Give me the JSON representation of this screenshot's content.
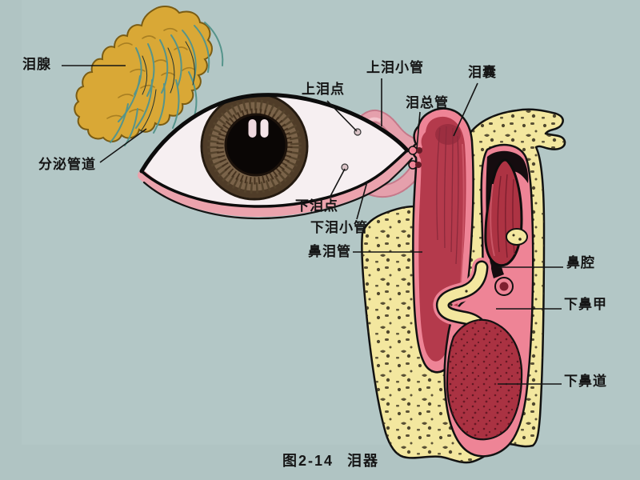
{
  "figure": {
    "type": "anatomical-diagram",
    "subject": "lacrimal apparatus sagittal illustration",
    "caption": {
      "number": "图2-14",
      "title": "泪器"
    },
    "labels": {
      "lacrimal_gland": "泪腺",
      "secretory_ducts": "分泌管道",
      "upper_punctum": "上泪点",
      "upper_canaliculus": "上泪小管",
      "lacrimal_sac": "泪囊",
      "common_lacrimal_duct": "泪总管",
      "lower_punctum": "下泪点",
      "lower_canaliculus": "下泪小管",
      "nasolacrimal_duct": "鼻泪管",
      "nasal_cavity": "鼻腔",
      "inferior_nasal_concha": "下鼻甲",
      "inferior_nasal_meatus": "下鼻道"
    },
    "colors": {
      "background": "#b3c7c6",
      "gland_yellow": "#d9a836",
      "bone_yellow": "#f3e79f",
      "mucosa_pink": "#ee8496",
      "duct_red": "#b43a4c",
      "concha_red": "#ad3343",
      "eyelid_pink": "#eba3ad",
      "iris_brown": "#7a6349",
      "lash_teal": "#55948b",
      "label_text": "#151515"
    }
  }
}
